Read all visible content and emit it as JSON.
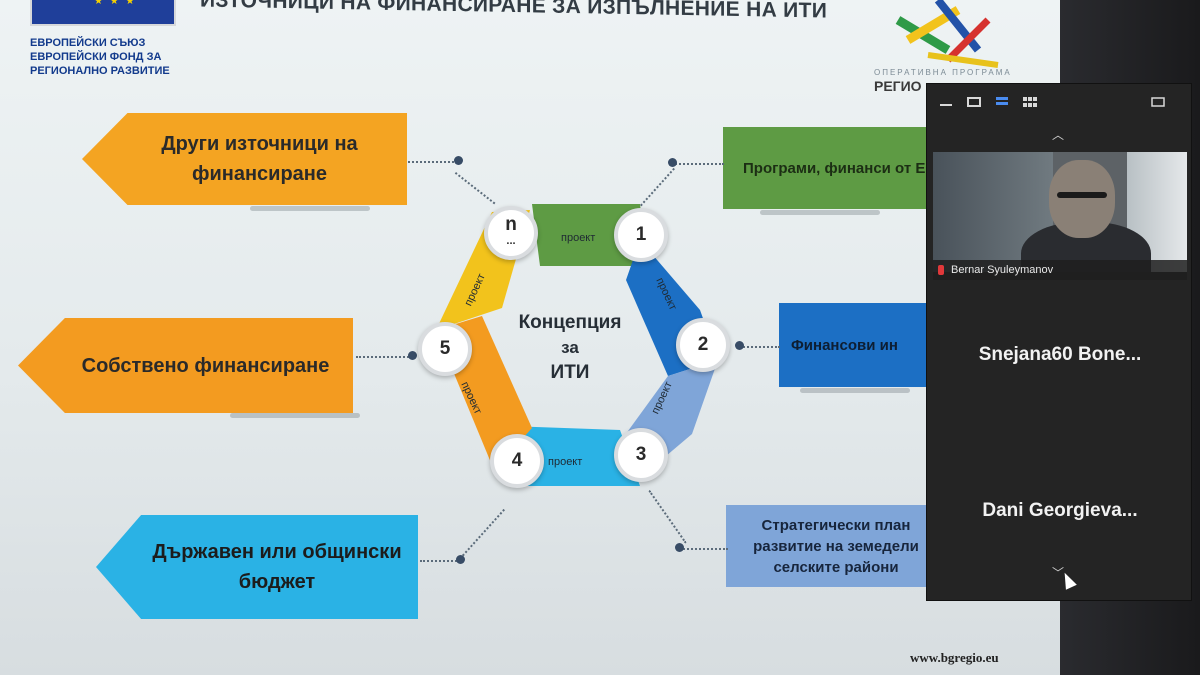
{
  "slide": {
    "title": "ИЗТОЧНИЦИ НА ФИНАНСИРАНЕ ЗА ИЗПЪЛНЕНИЕ НА ИТИ",
    "eu_logo_lines": [
      "ЕВРОПЕЙСКИ СЪЮЗ",
      "ЕВРОПЕЙСКИ ФОНД ЗА",
      "РЕГИОНАЛНО РАЗВИТИЕ"
    ],
    "op_logo_caption": "ОПЕРАТИВНА ПРОГРАМА",
    "op_logo_title": "РЕГИО",
    "left_arrows": {
      "other": "Други източници на финансиране",
      "own": "Собствено финансиране",
      "budget": "Държавен или общински бюджет"
    },
    "right_boxes": {
      "programs": "Програми, финанси от ЕФРР, ЕСФ+, К",
      "financial": "Финансови ин",
      "strategic": "Стратегически план развитие на земедели селските райони"
    },
    "cycle": {
      "center": [
        "Концепция",
        "за",
        "ИТИ"
      ],
      "nodes": [
        "1",
        "2",
        "3",
        "4",
        "5",
        "n"
      ],
      "node_n_sub": "...",
      "segment_label": "проект"
    },
    "website": "www.bgregio.eu"
  },
  "colors": {
    "orange": "#f4a422",
    "light_blue": "#2ab2e5",
    "green": "#5e9b44",
    "blue": "#1c6fc4",
    "pale_blue": "#7fa5d8",
    "yellow": "#f2c31c"
  },
  "conference": {
    "speaker_name": "Bernar Syuleymanov",
    "participants": [
      "Snejana60 Bone...",
      "Dani Georgieva..."
    ],
    "toolbar_icons": [
      "minimize-icon",
      "window-icon",
      "speaker-view-icon",
      "gallery-view-icon",
      "exit-fullscreen-icon"
    ]
  }
}
